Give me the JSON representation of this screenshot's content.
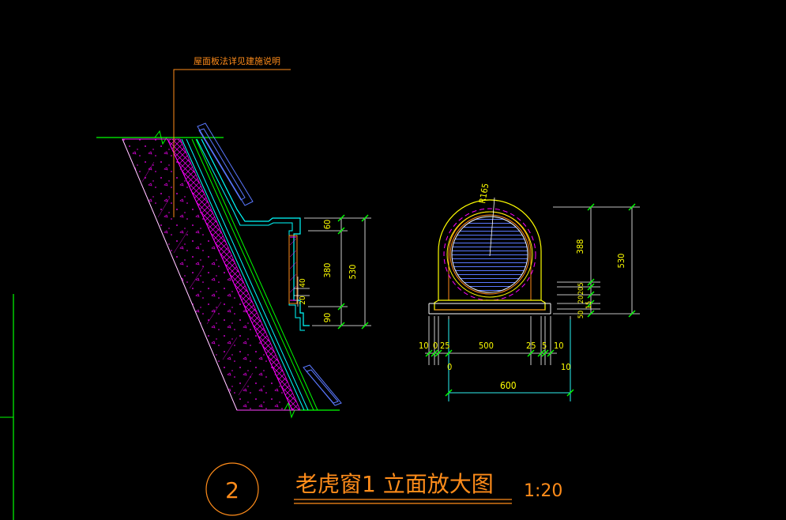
{
  "note": {
    "text": "屋面板法详见建施说明"
  },
  "section_dims": {
    "top": "60",
    "mid": "380",
    "bot": "90",
    "total": "530",
    "small_a": "40",
    "small_b": "20"
  },
  "elevation": {
    "radius": "R165",
    "right_dims": {
      "d388": "388",
      "d5": "5",
      "d20a": "20",
      "d50": "50",
      "d15": "15",
      "d20b": "20",
      "total": "530"
    },
    "bottom_dims": {
      "l10": "10",
      "l0": "0",
      "l25": "25",
      "mid": "500",
      "r25": "25",
      "r5": "5",
      "r10": "10",
      "r10b": "10",
      "overall": "600"
    }
  },
  "title": {
    "number": "2",
    "text": "老虎窗1  立面放大图",
    "scale": "1:20"
  },
  "colors": {
    "background": "#000000",
    "green": "#00ff00",
    "cyan": "#00ffff",
    "magenta": "#ff00ff",
    "orange": "#ff8c1a",
    "yellow": "#ffff00",
    "white": "#ffffff",
    "blue": "#5a78ff"
  }
}
